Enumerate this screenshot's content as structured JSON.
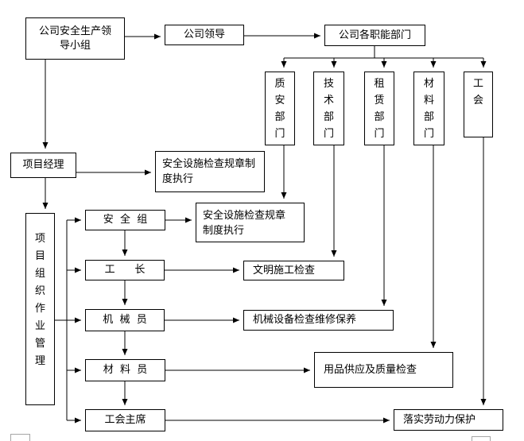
{
  "diagram": {
    "nodes": {
      "safety_leading_group": {
        "line1": "公司安全生产领",
        "line2": "导小组"
      },
      "company_leaders": {
        "label": "公司领导"
      },
      "functional_departments": {
        "label": "公司各职能部门"
      },
      "quality_safety_dept": {
        "label": "质安部门"
      },
      "technical_dept": {
        "label": "技术部门"
      },
      "leasing_dept": {
        "label": "租赁部门"
      },
      "materials_dept": {
        "label": "材料部门"
      },
      "labor_union": {
        "label": "工会"
      },
      "project_manager": {
        "label": "项目经理"
      },
      "safety_rules_exec_1": {
        "line1": "安全设施检查规章制",
        "line2": "度执行"
      },
      "project_org_mgmt": {
        "label": "项目组织作业管理"
      },
      "safety_group": {
        "label": "安  全  组"
      },
      "safety_rules_exec_2": {
        "line1": "安全设施检查规章",
        "line2": "制度执行"
      },
      "foreman": {
        "label": "工      长"
      },
      "civilized_construction_check": {
        "label": "文明施工检查"
      },
      "machinery_operator": {
        "label": "机  械  员"
      },
      "machinery_maintenance_check": {
        "label": "机械设备检查维修保养"
      },
      "material_clerk": {
        "label": "材  料  员"
      },
      "supplies_quality_check": {
        "label": "用品供应及质量检查"
      },
      "union_chairman": {
        "label": "工会主席"
      },
      "labor_protection": {
        "label": "落实劳动力保护"
      }
    },
    "colors": {
      "line": "#000000",
      "box_border": "#000000",
      "box_fill": "#ffffff",
      "background": "#ffffff",
      "partial_box_border": "#a6a6a6"
    }
  }
}
